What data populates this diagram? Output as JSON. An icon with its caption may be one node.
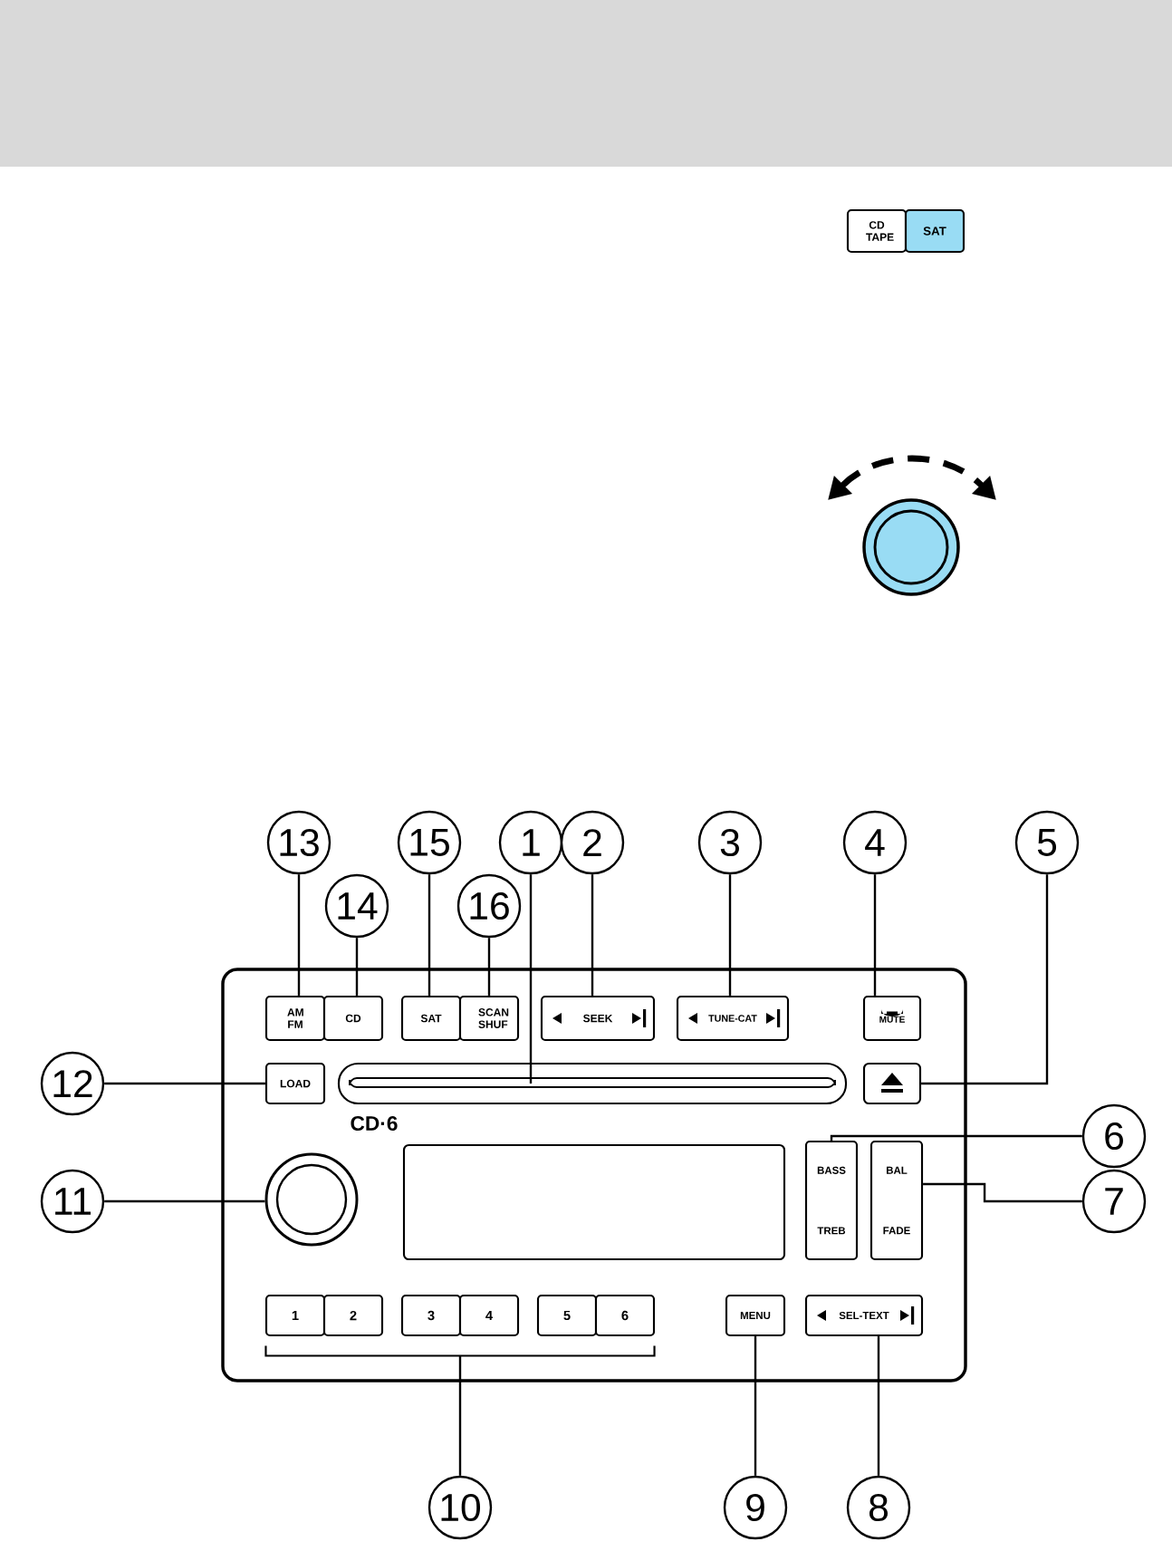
{
  "diagram": {
    "nodes": [
      {
        "text": [
          "CD TAPE"
        ]
      },
      {
        "text": [
          "SAT"
        ]
      },
      {
        "text": [],
        "shape": "box"
      },
      {
        "text": [
          "AM FM"
        ],
        "in": 2
      },
      {
        "text": [
          "CD"
        ],
        "in": 2
      },
      {
        "text": [
          "SAT"
        ],
        "in": 2
      },
      {
        "text": [
          "SCAN SHUF"
        ],
        "in": 2
      },
      {
        "text": [
          "SEEK"
        ],
        "in": 2
      },
      {
        "text": [
          "TUNE-CAT"
        ],
        "in": 2
      },
      {
        "text": [
          "MUTE"
        ],
        "in": 2
      },
      {
        "text": [
          "LOAD"
        ],
        "in": 2
      },
      {
        "text": [],
        "shape": "bar",
        "in": 2
      },
      {
        "text": [],
        "shape": "box",
        "in": 2
      },
      {
        "text": [],
        "shape": "circle",
        "in": 2
      },
      {
        "text": [],
        "shape": "box",
        "in": 2
      },
      {
        "text": [
          "BASS",
          "TREB"
        ],
        "in": 2
      },
      {
        "text": [
          "BAL",
          "FADE"
        ],
        "in": 2
      },
      {
        "text": [
          "1"
        ],
        "in": 2
      },
      {
        "text": [
          "2"
        ],
        "in": 2
      },
      {
        "text": [
          "3"
        ],
        "in": 2
      },
      {
        "text": [
          "4"
        ],
        "in": 2
      },
      {
        "text": [
          "5"
        ],
        "in": 2
      },
      {
        "text": [
          "6"
        ],
        "in": 2
      },
      {
        "text": [
          "MENU"
        ],
        "in": 2
      },
      {
        "text": [
          "SEL-TEXT"
        ],
        "in": 2
      },
      {
        "text": [
          "1"
        ]
      },
      {
        "text": [
          "2"
        ]
      },
      {
        "text": [
          "3"
        ]
      },
      {
        "text": [
          "4"
        ]
      },
      {
        "text": [
          "5"
        ]
      },
      {
        "text": [
          "6"
        ]
      },
      {
        "text": [
          "7"
        ]
      },
      {
        "text": [
          "8"
        ]
      },
      {
        "text": [
          "9"
        ]
      },
      {
        "text": [
          "10"
        ]
      },
      {
        "text": [
          "11"
        ]
      },
      {
        "text": [
          "12"
        ]
      },
      {
        "text": [
          "13"
        ]
      },
      {
        "text": [
          "14"
        ]
      },
      {
        "text": [
          "15"
        ]
      },
      {
        "text": [
          "16"
        ]
      },
      {
        "text": [],
        "shape": "bracket",
        "in": 2
      }
    ],
    "edges": [
      {
        "from": 25,
        "to": 11,
        "arrow": "none"
      },
      {
        "from": 26,
        "to": 7,
        "arrow": "none"
      },
      {
        "from": 27,
        "to": 8,
        "arrow": "none"
      },
      {
        "from": 28,
        "to": 9,
        "arrow": "none"
      },
      {
        "from": 29,
        "to": 12,
        "arrow": "none"
      },
      {
        "from": 30,
        "to": 15,
        "arrow": "none"
      },
      {
        "from": 31,
        "to": 16,
        "arrow": "none"
      },
      {
        "from": 32,
        "to": 24,
        "arrow": "none"
      },
      {
        "from": 33,
        "to": 23,
        "arrow": "none"
      },
      {
        "from": 34,
        "to": 41,
        "arrow": "none"
      },
      {
        "from": 35,
        "to": 13,
        "arrow": "none"
      },
      {
        "from": 36,
        "to": 10,
        "arrow": "none"
      },
      {
        "from": 37,
        "to": 3,
        "arrow": "none"
      },
      {
        "from": 38,
        "to": 4,
        "arrow": "none"
      },
      {
        "from": 39,
        "to": 5,
        "arrow": "none"
      },
      {
        "from": 40,
        "to": 6,
        "arrow": "none"
      }
    ],
    "labels": [
      "CD·6"
    ]
  }
}
